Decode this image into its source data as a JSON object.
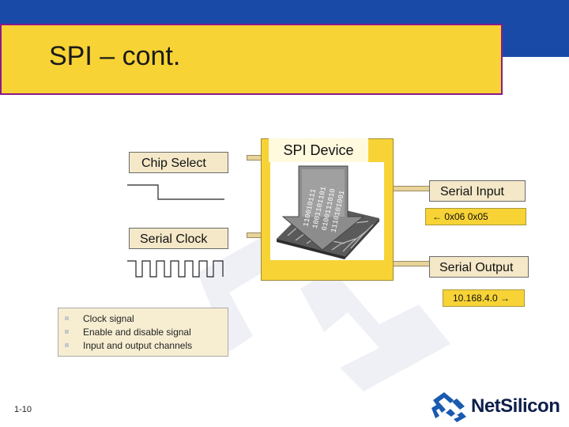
{
  "slide": {
    "title": "SPI – cont.",
    "page_number": "1-10"
  },
  "diagram": {
    "chip_select_label": "Chip Select",
    "serial_clock_label": "Serial Clock",
    "device_label": "SPI Device",
    "serial_input_label": "Serial Input",
    "serial_output_label": "Serial Output",
    "input_hex": "← 0x06 0x05",
    "output_hex": "10.168.4.0 →"
  },
  "bullets": [
    "Clock signal",
    "Enable and disable signal",
    "Input and output channels"
  ],
  "logo": {
    "text": "NetSilicon"
  },
  "colors": {
    "accent_blue": "#1a4aa8",
    "title_yellow": "#f7d335",
    "label_beige": "#f4e8c8"
  }
}
